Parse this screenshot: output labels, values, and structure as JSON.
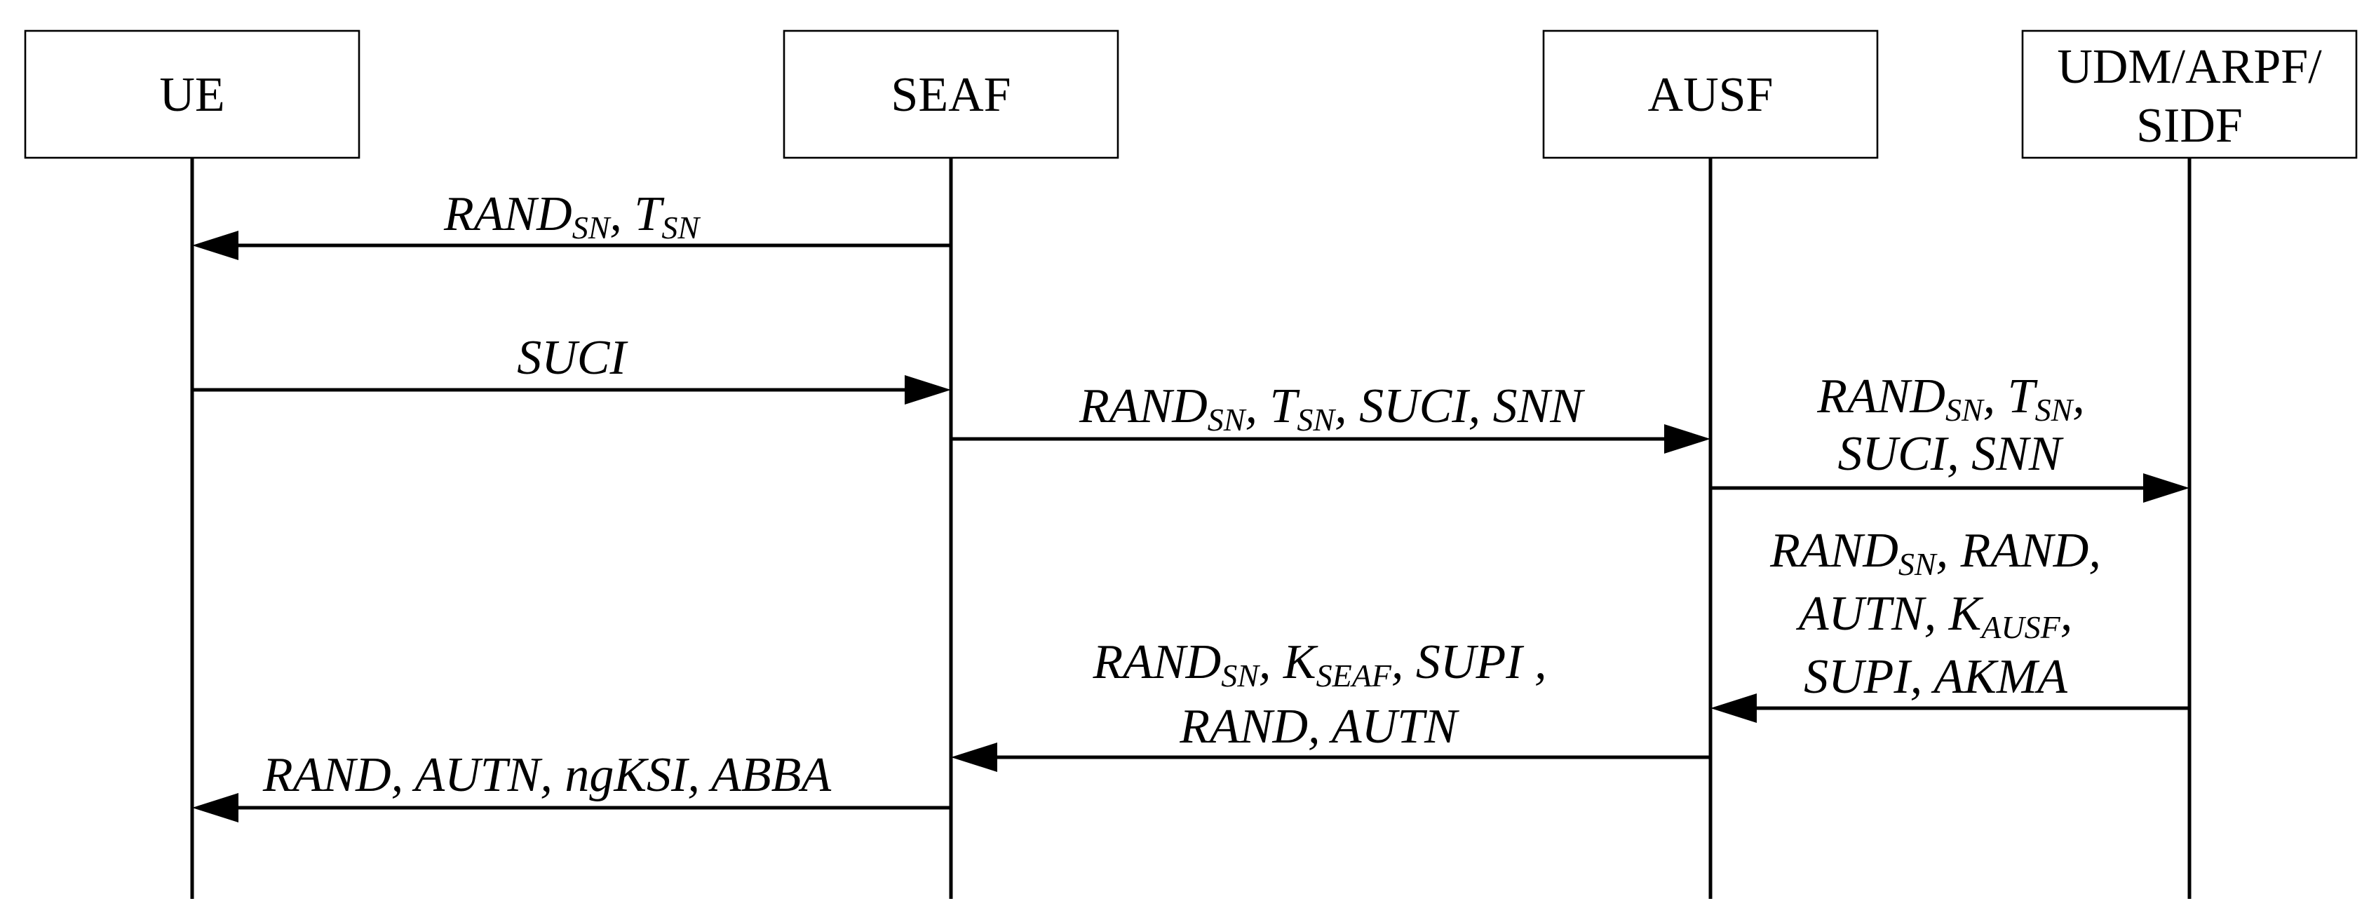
{
  "entities": {
    "ue": "UE",
    "seaf": "SEAF",
    "ausf": "AUSF",
    "udm_line1": "UDM/ARPF/",
    "udm_line2": "SIDF"
  },
  "messages": {
    "m1": {
      "label": "RAND",
      "sub": "SN",
      "sep": ", ",
      "label2": "T",
      "sub2": "SN"
    },
    "m2": {
      "label": "SUCI"
    },
    "m3": {
      "label": "RAND",
      "sub": "SN",
      "sep": ", ",
      "label2": "T",
      "sub2": "SN",
      "rest": ", SUCI, SNN"
    },
    "m4": {
      "line1_label": "RAND",
      "line1_sub": "SN",
      "line1_sep": ", ",
      "line1_label2": "T",
      "line1_sub2": "SN",
      "line1_end": ",",
      "line2": "SUCI, SNN"
    },
    "m5": {
      "line1_label": "RAND",
      "line1_sub": "SN",
      "line1_rest": ", RAND,",
      "line2_label": "AUTN, K",
      "line2_sub": "AUSF",
      "line2_end": ",",
      "line3": "SUPI, AKMA"
    },
    "m6": {
      "line1_label": "RAND",
      "line1_sub": "SN",
      "line1_sep": ", ",
      "line1_label2": "K",
      "line1_sub2": "SEAF",
      "line1_rest": ", SUPI ,",
      "line2": "RAND, AUTN"
    },
    "m7": {
      "label": "RAND, AUTN, ngKSI, ABBA"
    }
  }
}
